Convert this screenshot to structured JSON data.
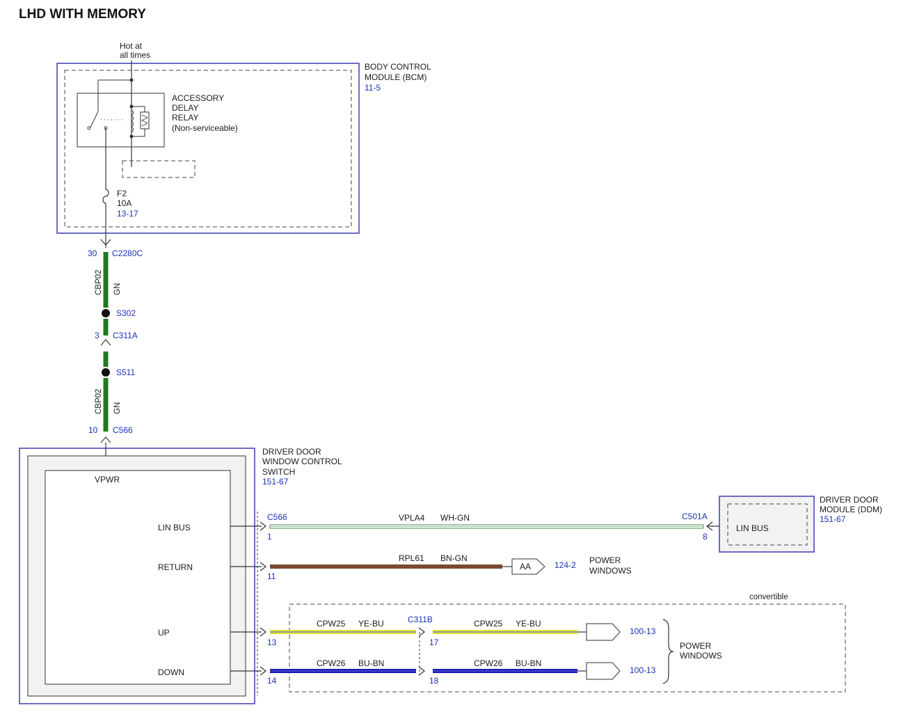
{
  "title": "LHD WITH MEMORY",
  "colors": {
    "module_border": "#3c3cb4",
    "wire_green": "#1f7a1f",
    "wire_brown": "#7a4a32",
    "wire_yellow": "#e2e23a",
    "wire_blue": "#1a1ab0",
    "label_blue": "#1a2fb8"
  },
  "power": {
    "hot_line1": "Hot at",
    "hot_line2": "all times"
  },
  "bcm": {
    "name_line1": "BODY CONTROL",
    "name_line2": "MODULE (BCM)",
    "ref": "11-5",
    "relay_line1": "ACCESSORY",
    "relay_line2": "DELAY",
    "relay_line3": "RELAY",
    "relay_line4": "(Non-serviceable)",
    "fuse_name": "F2",
    "fuse_rating": "10A",
    "fuse_ref": "13-17"
  },
  "circuit_top": {
    "pin_c2280c": "30",
    "connector_c2280c": "C2280C",
    "circuit_a": "CBP02",
    "color_a": "GN",
    "splice_1": "S302",
    "pin_c311a": "3",
    "connector_c311a": "C311A",
    "splice_2": "S511",
    "circuit_b": "CBP02",
    "color_b": "GN",
    "pin_c566": "10",
    "connector_c566": "C566"
  },
  "switch": {
    "name_line1": "DRIVER DOOR",
    "name_line2": "WINDOW CONTROL",
    "name_line3": "SWITCH",
    "ref": "151-67",
    "vpwr": "VPWR",
    "lin_bus": "LIN BUS",
    "return": "RETURN",
    "up": "UP",
    "down": "DOWN"
  },
  "lin": {
    "connector": "C566",
    "pin": "1",
    "circuit": "VPLA4",
    "color": "WH-GN",
    "ddm_connector": "C501A",
    "ddm_pin": "8"
  },
  "ddm": {
    "name_line1": "DRIVER DOOR",
    "name_line2": "MODULE (DDM)",
    "ref": "151-67",
    "lin_bus": "LIN BUS"
  },
  "return_wire": {
    "pin": "11",
    "circuit": "RPL61",
    "color": "BN-GN",
    "ground": "AA",
    "ref": "124-2",
    "dest_line1": "POWER",
    "dest_line2": "WINDOWS"
  },
  "convertible": {
    "label": "convertible",
    "up_pin": "13",
    "up_circuit": "CPW25",
    "up_color": "YE-BU",
    "inline_connector": "C311B",
    "up_pin2": "17",
    "up_circuit2": "CPW25",
    "up_color2": "YE-BU",
    "up_ref": "100-13",
    "down_pin": "14",
    "down_circuit": "CPW26",
    "down_color": "BU-BN",
    "down_pin2": "18",
    "down_circuit2": "CPW26",
    "down_color2": "BU-BN",
    "down_ref": "100-13",
    "dest_line1": "POWER",
    "dest_line2": "WINDOWS"
  }
}
